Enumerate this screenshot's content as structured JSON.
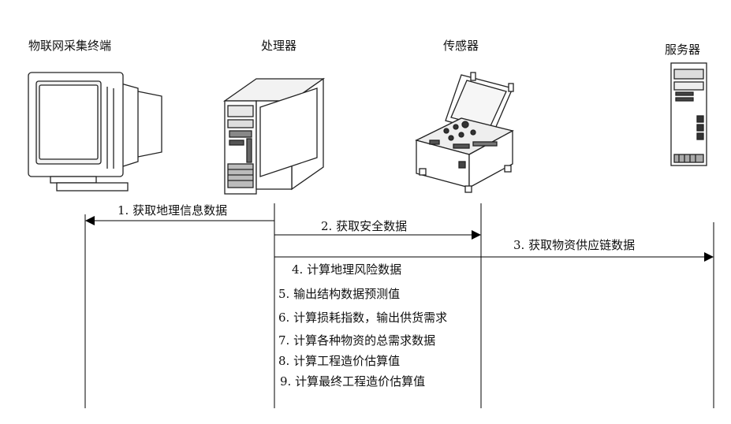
{
  "participants": [
    {
      "id": "iot-terminal",
      "label": "物联网采集终端",
      "icon": "crt-monitor-icon"
    },
    {
      "id": "processor",
      "label": "处理器",
      "icon": "pc-tower-icon"
    },
    {
      "id": "sensor",
      "label": "传感器",
      "icon": "sensor-case-icon"
    },
    {
      "id": "server",
      "label": "服务器",
      "icon": "server-tower-icon"
    }
  ],
  "messages": [
    {
      "text": "1. 获取地理信息数据",
      "from": "processor",
      "to": "iot-terminal",
      "arrow": true
    },
    {
      "text": "2. 获取安全数据",
      "from": "processor",
      "to": "sensor",
      "arrow": true
    },
    {
      "text": "3. 获取物资供应链数据",
      "from": "processor",
      "to": "server",
      "arrow": true
    },
    {
      "text": "4. 计算地理风险数据",
      "arrow": false
    },
    {
      "text": "5. 输出结构数据预测值",
      "arrow": false
    },
    {
      "text": "6. 计算损耗指数，输出供货需求",
      "arrow": false
    },
    {
      "text": "7. 计算各种物资的总需求数据",
      "arrow": false
    },
    {
      "text": "8. 计算工程造价估算值",
      "arrow": false
    },
    {
      "text": "9. 计算最终工程造价估算值",
      "arrow": false
    }
  ]
}
